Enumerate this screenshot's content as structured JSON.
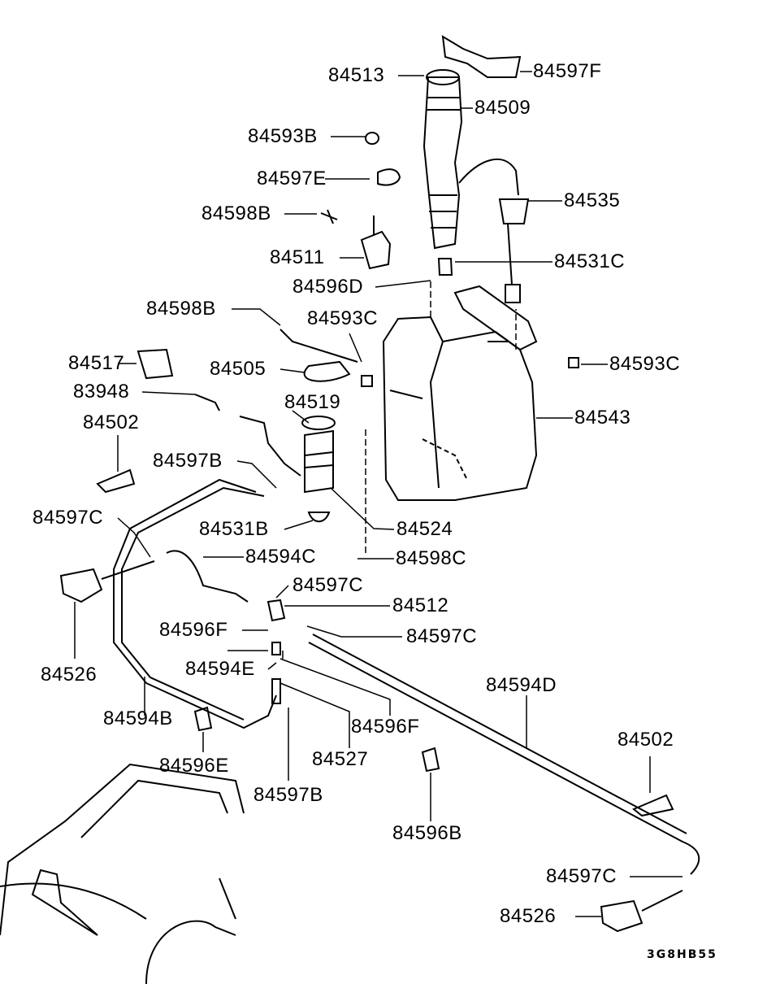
{
  "diagram": {
    "labels": [
      "84597F",
      "84513",
      "84509",
      "84593B",
      "84597E",
      "84535",
      "84598B",
      "84511",
      "84531C",
      "84596D",
      "84598B",
      "84593C",
      "84593C",
      "84517",
      "84505",
      "83948",
      "84519",
      "84543",
      "84502",
      "84597B",
      "84597C",
      "84531B",
      "84524",
      "84594C",
      "84598C",
      "84597C",
      "84512",
      "84596F",
      "84597C",
      "84594E",
      "84526",
      "84594D",
      "84594B",
      "84596F",
      "84502",
      "84527",
      "84596E",
      "84597B",
      "84596B",
      "84597C",
      "84526"
    ],
    "drawing_code": "3G8HB55"
  }
}
